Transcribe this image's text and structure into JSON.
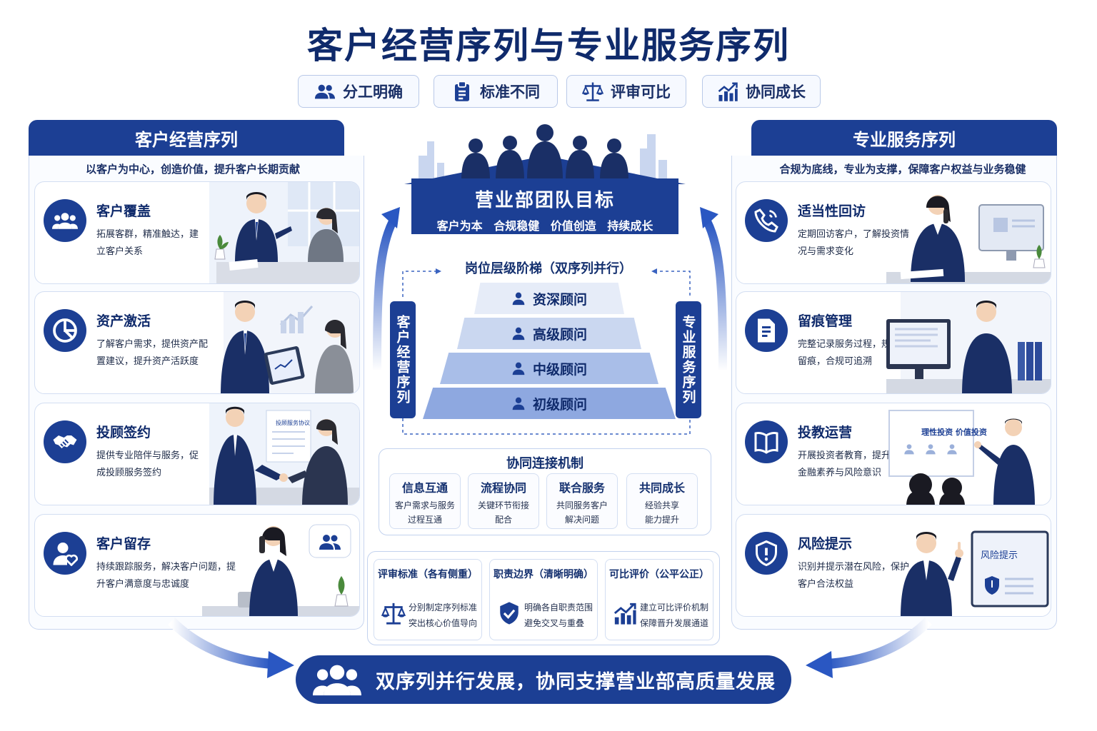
{
  "title": "客户经营序列与专业服务序列",
  "tags": [
    {
      "label": "分工明确",
      "icon": "people-icon"
    },
    {
      "label": "标准不同",
      "icon": "clipboard-icon"
    },
    {
      "label": "评审可比",
      "icon": "scale-icon"
    },
    {
      "label": "协同成长",
      "icon": "growth-chart-icon"
    }
  ],
  "left": {
    "header": "客户经营序列",
    "subtitle": "以客户为中心，创造价值，提升客户长期贡献",
    "cards": [
      {
        "title": "客户覆盖",
        "desc": "拓展客群，精准触达，建立客户关系",
        "icon": "group-icon"
      },
      {
        "title": "资产激活",
        "desc": "了解客户需求，提供资产配置建议，提升资产活跃度",
        "icon": "pie-chart-icon"
      },
      {
        "title": "投顾签约",
        "desc": "提供专业陪伴与服务，促成投顾服务签约",
        "icon": "handshake-icon",
        "doc_label": "投顾服务协议"
      },
      {
        "title": "客户留存",
        "desc": "持续跟踪服务，解决客户问题，提升客户满意度与忠诚度",
        "icon": "heart-user-icon"
      }
    ]
  },
  "right": {
    "header": "专业服务序列",
    "subtitle": "合规为底线，专业为支撑，保障客户权益与业务稳健",
    "cards": [
      {
        "title": "适当性回访",
        "desc": "定期回访客户，了解投资情况与需求变化",
        "icon": "phone-icon"
      },
      {
        "title": "留痕管理",
        "desc": "完整记录服务过程，规范留痕，合规可追溯",
        "icon": "document-icon"
      },
      {
        "title": "投教运营",
        "desc": "开展投资者教育，提升客户金融素养与风险意识",
        "icon": "book-icon",
        "board_label": "理性投资 价值投资"
      },
      {
        "title": "风险提示",
        "desc": "识别并提示潜在风险，保护客户合法权益",
        "icon": "shield-alert-icon",
        "board_label": "风险提示"
      }
    ]
  },
  "center": {
    "goal_title": "营业部团队目标",
    "goal_sub": "客户为本 合规稳健 价值创造 持续成长",
    "ladder_title": "岗位层级阶梯（双序列并行）",
    "ladder_left": "客户经营序列",
    "ladder_right": "专业服务序列",
    "steps": [
      "资深顾问",
      "高级顾问",
      "中级顾问",
      "初级顾问"
    ],
    "mechanism_title": "协同连接机制",
    "mechanism": [
      {
        "title": "信息互通",
        "desc1": "客户需求与服务",
        "desc2": "过程互通"
      },
      {
        "title": "流程协同",
        "desc1": "关键环节衔接",
        "desc2": "配合"
      },
      {
        "title": "联合服务",
        "desc1": "共同服务客户",
        "desc2": "解决问题"
      },
      {
        "title": "共同成长",
        "desc1": "经验共享",
        "desc2": "能力提升"
      }
    ],
    "review": [
      {
        "title": "评审标准（各有侧重）",
        "desc1": "分别制定序列标准",
        "desc2": "突出核心价值导向"
      },
      {
        "title": "职责边界（清晰明确）",
        "desc1": "明确各自职责范围",
        "desc2": "避免交叉与重叠"
      },
      {
        "title": "可比评价（公平公正）",
        "desc1": "建立可比评价机制",
        "desc2": "保障晋升发展通道"
      }
    ]
  },
  "footer": "双序列并行发展，协同支撑营业部高质量发展",
  "colors": {
    "primary": "#1c3f94",
    "dark": "#0f2a6b",
    "light": "#e8eefb",
    "step_gradient": [
      "#e6ecf8",
      "#cad7f0",
      "#a9bee8",
      "#8ea8e0"
    ]
  }
}
